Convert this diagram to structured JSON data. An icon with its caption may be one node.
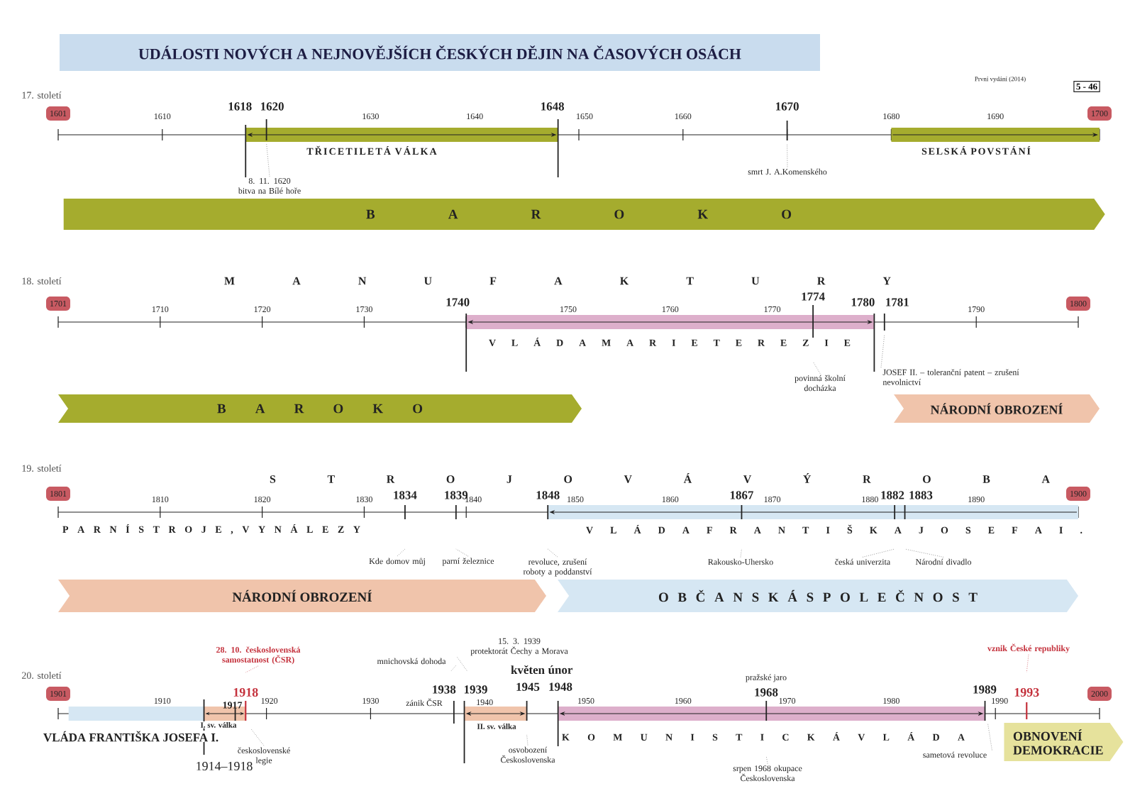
{
  "diagram": {
    "title": "UDÁLOSTI NOVÝCH A NEJNOVĚJŠÍCH ČESKÝCH DĚJIN NA ČASOVÝCH OSÁCH",
    "nodes": [
      {
        "text": [
          "5 - 46"
        ]
      },
      {
        "text": [
          "1601"
        ]
      },
      {
        "text": [
          "1700"
        ]
      },
      {
        "text": [
          "8. 11. 1620",
          "bitva na Bílé hoře"
        ]
      },
      {
        "text": [
          "smrt J. A.Komenského"
        ]
      },
      {
        "text": [
          "B A R O K O"
        ]
      },
      {
        "text": [
          "1701"
        ]
      },
      {
        "text": [
          "1800"
        ]
      },
      {
        "text": [
          "povinná školní docházka"
        ]
      },
      {
        "text": [
          "JOSEF II. – toleranční patent – zrušení nevolnictví"
        ]
      },
      {
        "text": [
          "B A R O K O"
        ]
      },
      {
        "text": [
          "NÁRODNÍ OBROZENÍ"
        ]
      },
      {
        "text": [
          "1801"
        ]
      },
      {
        "text": [
          "1900"
        ]
      },
      {
        "text": [
          "Kde domov můj"
        ]
      },
      {
        "text": [
          "parní železnice"
        ]
      },
      {
        "text": [
          "revoluce, zrušení roboty a poddanství"
        ]
      },
      {
        "text": [
          "Rakousko-Uhersko"
        ]
      },
      {
        "text": [
          "česká univerzita"
        ]
      },
      {
        "text": [
          "Národní divadlo"
        ]
      },
      {
        "text": [
          "NÁRODNÍ OBROZENÍ"
        ]
      },
      {
        "text": [
          "O B Č A N S K Á S P O L E Č N O S T"
        ]
      },
      {
        "text": [
          "28. 10. československá samostatnost (ČSR)"
        ]
      },
      {
        "text": [
          "mnichovská dohoda"
        ]
      },
      {
        "text": [
          "15. 3. 1939",
          "protektorát Čechy a Morava"
        ]
      },
      {
        "text": [
          "vznik České republiky"
        ]
      },
      {
        "text": [
          "1901"
        ]
      },
      {
        "text": [
          "2000"
        ]
      },
      {
        "text": [
          "československé legie"
        ]
      },
      {
        "text": [
          "osvobození Československa"
        ]
      },
      {
        "text": [
          "srpen 1968 okupace Československa"
        ]
      },
      {
        "text": [
          "sametová revoluce"
        ]
      },
      {
        "text": [
          "OBNOVENÍ DEMOKRACIE"
        ]
      }
    ],
    "edges": [
      {
        "from": 3,
        "to": null,
        "arrow": "none",
        "style": "dashed"
      },
      {
        "from": 4,
        "to": null,
        "arrow": "none",
        "style": "dashed"
      },
      {
        "from": 8,
        "to": null,
        "arrow": "none",
        "style": "dashed"
      },
      {
        "from": 9,
        "to": null,
        "arrow": "none",
        "style": "dashed"
      },
      {
        "from": 14,
        "to": null,
        "arrow": "none",
        "style": "dashed"
      },
      {
        "from": 15,
        "to": null,
        "arrow": "none",
        "style": "dashed"
      },
      {
        "from": 16,
        "to": null,
        "arrow": "none",
        "style": "dashed"
      },
      {
        "from": 17,
        "to": null,
        "arrow": "none",
        "style": "dashed"
      },
      {
        "from": 18,
        "to": null,
        "arrow": "none",
        "style": "dashed"
      },
      {
        "from": 19,
        "to": null,
        "arrow": "none",
        "style": "dashed"
      },
      {
        "from": 22,
        "to": null,
        "arrow": "none",
        "style": "dashed",
        "color": "#c4313c"
      },
      {
        "from": 23,
        "to": null,
        "arrow": "none",
        "style": "dashed"
      },
      {
        "from": 24,
        "to": null,
        "arrow": "none",
        "style": "dashed"
      },
      {
        "from": 25,
        "to": null,
        "arrow": "none",
        "style": "dashed",
        "color": "#c4313c"
      },
      {
        "from": 28,
        "to": null,
        "arrow": "none",
        "style": "dashed"
      },
      {
        "from": 29,
        "to": null,
        "arrow": "none",
        "style": "dashed"
      },
      {
        "from": 30,
        "to": null,
        "arrow": "none",
        "style": "dashed"
      },
      {
        "from": 31,
        "to": null,
        "arrow": "none",
        "style": "dashed"
      }
    ],
    "labels": [
      "První vydání (2014)",
      "17. století",
      "1610",
      "1618",
      "1620",
      "1630",
      "1640",
      "1648",
      "1650",
      "1660",
      "1670",
      "1680",
      "1690",
      "TŘICETILETÁ VÁLKA",
      "SELSKÁ POVSTÁNÍ",
      "18. století",
      "M A N U F A K T U R Y",
      "1710",
      "1720",
      "1730",
      "1740",
      "1750",
      "1760",
      "1770",
      "1774",
      "1780",
      "1781",
      "1790",
      "V L Á D A M A R I E T E R E Z I E",
      "19. století",
      "S T R O J O V Á V Ý R O B A",
      "1810",
      "1820",
      "1830",
      "1834",
      "1839",
      "1840",
      "1848",
      "1850",
      "1860",
      "1867",
      "1870",
      "1880",
      "1882",
      "1883",
      "1890",
      "P A R N Í S T R O J E , V Y N Á L E Z Y",
      "V L Á D A F R A N T I Š K A J O S E F A I .",
      "20. století",
      "1910",
      "1917",
      "1918",
      "1920",
      "1930",
      "zánik ČSR",
      "1938",
      "1939",
      "1940",
      "květen 1945",
      "únor 1948",
      "1950",
      "1960",
      "pražské jaro",
      "1968",
      "1970",
      "1980",
      "1989",
      "1990",
      "1993",
      "I. sv. válka",
      "VLÁDA FRANTIŠKA JOSEFA I.",
      "II. sv. válka",
      "K O M U N I S T I C K Á V L Á D A",
      "1914–1918"
    ]
  }
}
